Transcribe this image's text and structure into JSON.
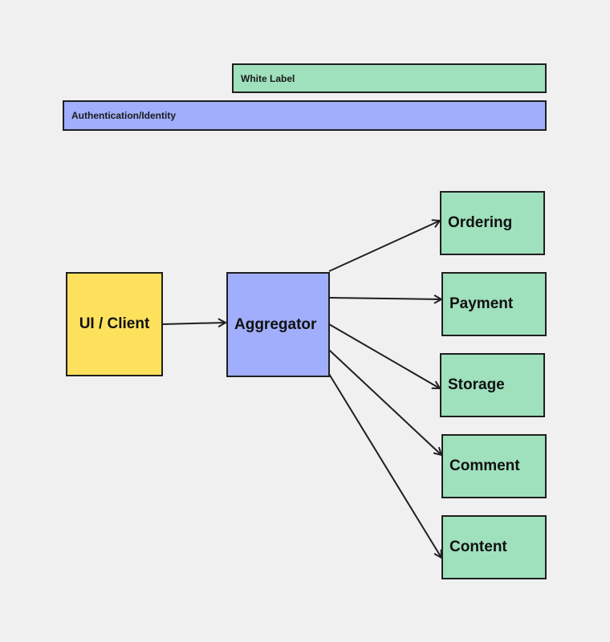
{
  "colors": {
    "background": "#f0f0f0",
    "green": "#9fe0bd",
    "blue": "#a0aefb",
    "yellow": "#fde15d",
    "stroke": "#1f1f1f"
  },
  "bands": {
    "white_label": "White Label",
    "authentication": "Authentication/Identity"
  },
  "nodes": {
    "client": "UI / Client",
    "aggregator": "Aggregator",
    "services": [
      "Ordering",
      "Payment",
      "Storage",
      "Comment",
      "Content"
    ]
  },
  "edges": [
    {
      "from": "UI / Client",
      "to": "Aggregator"
    },
    {
      "from": "Aggregator",
      "to": "Ordering"
    },
    {
      "from": "Aggregator",
      "to": "Payment"
    },
    {
      "from": "Aggregator",
      "to": "Storage"
    },
    {
      "from": "Aggregator",
      "to": "Comment"
    },
    {
      "from": "Aggregator",
      "to": "Content"
    }
  ]
}
